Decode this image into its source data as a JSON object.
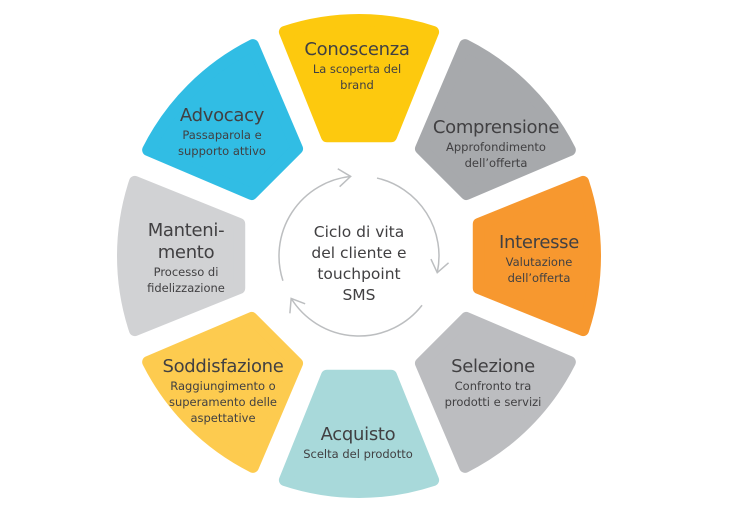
{
  "center": {
    "lines": [
      "Ciclo di vita",
      "del cliente e",
      "touchpoint",
      "SMS"
    ],
    "arrow_color": "#BCBEC0"
  },
  "segments": [
    {
      "title": [
        "Conoscenza"
      ],
      "subtitle": [
        "La scoperta del",
        "brand"
      ],
      "color": "#FDC90E"
    },
    {
      "title": [
        "Comprensione"
      ],
      "subtitle": [
        "Approfondimento",
        "dell’offerta"
      ],
      "color": "#A7A9AC"
    },
    {
      "title": [
        "Interesse"
      ],
      "subtitle": [
        "Valutazione",
        "dell’offerta"
      ],
      "color": "#F7982F"
    },
    {
      "title": [
        "Selezione"
      ],
      "subtitle": [
        "Confronto tra",
        "prodotti e servizi"
      ],
      "color": "#BCBDC0"
    },
    {
      "title": [
        "Acquisto"
      ],
      "subtitle": [
        "Scelta del prodotto"
      ],
      "color": "#A8D9DA"
    },
    {
      "title": [
        "Soddisfazione"
      ],
      "subtitle": [
        "Raggiungimento o",
        "superamento delle",
        "aspettative"
      ],
      "color": "#FDCB4F"
    },
    {
      "title": [
        "Manteni-",
        "mento"
      ],
      "subtitle": [
        "Processo di",
        "fidelizzazione"
      ],
      "color": "#D1D2D4"
    },
    {
      "title": [
        "Advocacy"
      ],
      "subtitle": [
        "Passaparola e",
        "supporto attivo"
      ],
      "color": "#31BDE4"
    }
  ]
}
